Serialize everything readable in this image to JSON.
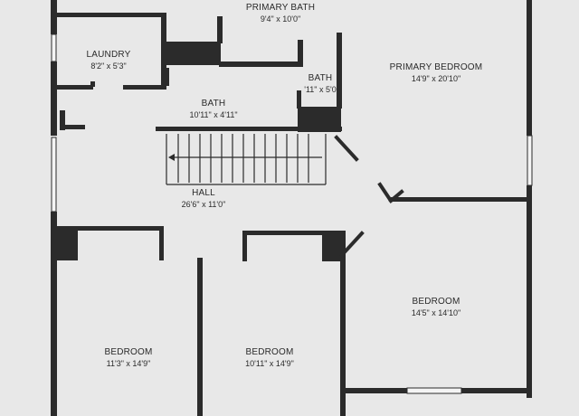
{
  "colors": {
    "wall": "#2b2b2b",
    "background": "#e8e8e8",
    "window": "#f4f4f4",
    "text": "#2a2a2a"
  },
  "rooms": {
    "primary_bath": {
      "name": "PRIMARY BATH",
      "dim": "9'4\" x 10'0\""
    },
    "laundry": {
      "name": "LAUNDRY",
      "dim": "8'2\" x 5'3\""
    },
    "bath_small": {
      "name": "BATH",
      "dim": "'11\" x 5'0"
    },
    "primary_bedroom": {
      "name": "PRIMARY BEDROOM",
      "dim": "14'9\" x 20'10\""
    },
    "bath": {
      "name": "BATH",
      "dim": "10'11\" x 4'11\""
    },
    "hall": {
      "name": "HALL",
      "dim": "26'6\" x 11'0\""
    },
    "bedroom_right": {
      "name": "BEDROOM",
      "dim": "14'5\" x 14'10\""
    },
    "bedroom_left": {
      "name": "BEDROOM",
      "dim": "11'3\" x 14'9\""
    },
    "bedroom_middle": {
      "name": "BEDROOM",
      "dim": "10'11\" x 14'9\""
    }
  }
}
